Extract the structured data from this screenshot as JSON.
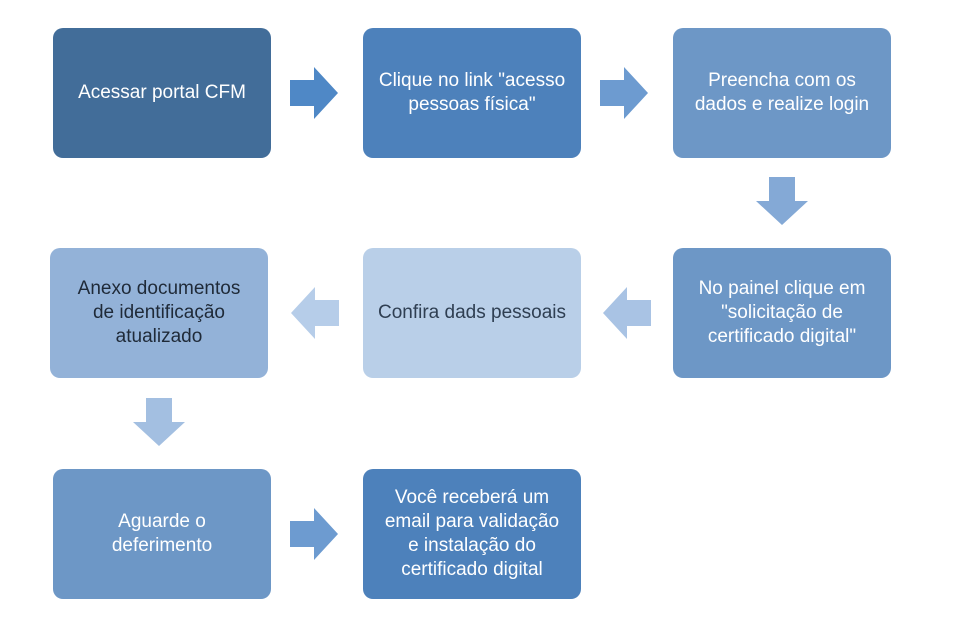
{
  "steps": [
    {
      "id": 1,
      "text": "Acessar portal CFM",
      "color": "#426d99"
    },
    {
      "id": 2,
      "text": "Clique no link \"acesso\npessoas física\"",
      "color": "#4d81bb"
    },
    {
      "id": 3,
      "text": "Preencha com os\ndados e realize login",
      "color": "#6d97c6"
    },
    {
      "id": 4,
      "text": "No painel clique em\n\"solicitação de\ncertificado digital\"",
      "color": "#6d97c6"
    },
    {
      "id": 5,
      "text": "Confira dads pessoais",
      "color": "#b9cfe8",
      "text_color": "#2f3f52"
    },
    {
      "id": 6,
      "text": "Anexo documentos\nde identificação\natualizado",
      "color": "#93b2d8",
      "text_color": "#1f2a38"
    },
    {
      "id": 7,
      "text": "Aguarde o\ndeferimento",
      "color": "#6d97c6"
    },
    {
      "id": 8,
      "text": "Você receberá um\nemail para validação\ne instalação do\ncertificado digital",
      "color": "#4d81bb"
    }
  ],
  "connectors": [
    {
      "from": 1,
      "to": 2,
      "direction": "right",
      "color": "#4f88c6"
    },
    {
      "from": 2,
      "to": 3,
      "direction": "right",
      "color": "#6d9bd0"
    },
    {
      "from": 3,
      "to": 4,
      "direction": "down",
      "color": "#84a9d6"
    },
    {
      "from": 4,
      "to": 5,
      "direction": "left",
      "color": "#a9c3e4"
    },
    {
      "from": 5,
      "to": 6,
      "direction": "left",
      "color": "#b6cde9"
    },
    {
      "from": 6,
      "to": 7,
      "direction": "down",
      "color": "#a3bfe1"
    },
    {
      "from": 7,
      "to": 8,
      "direction": "right",
      "color": "#6d9bd0"
    }
  ]
}
